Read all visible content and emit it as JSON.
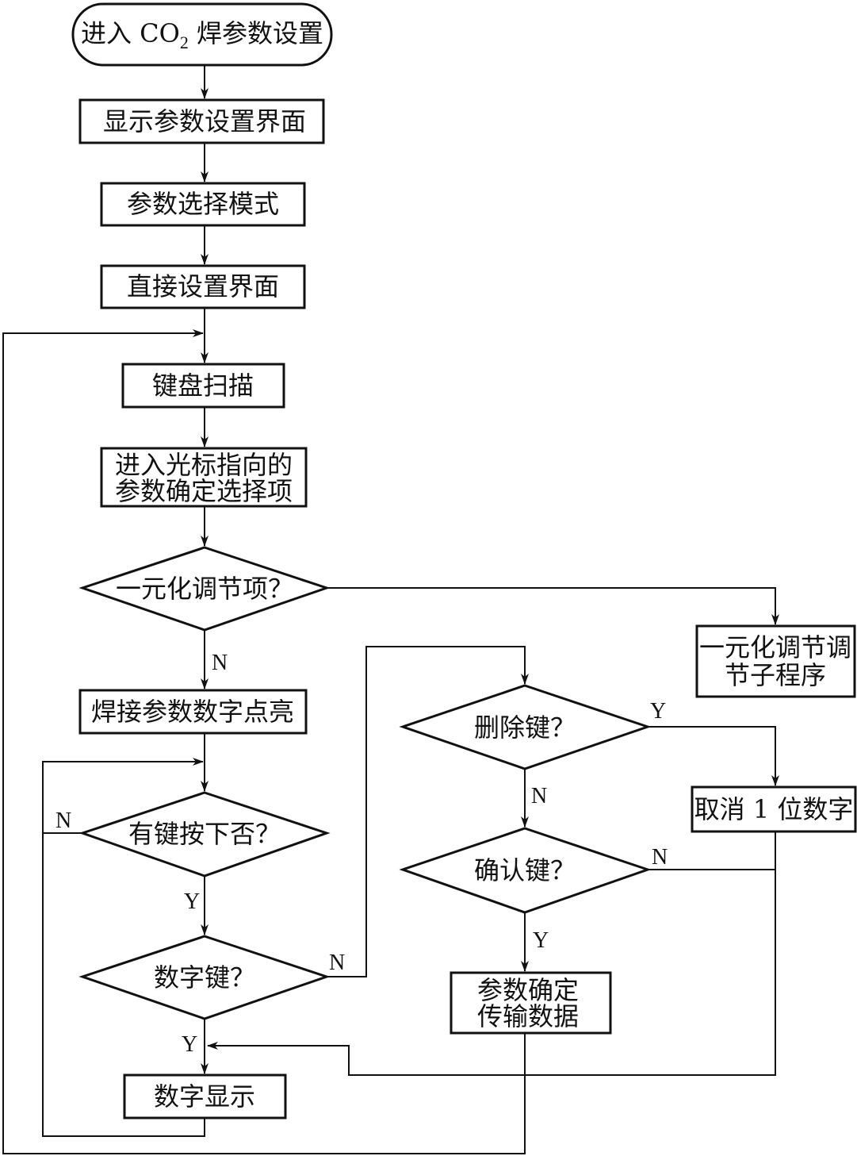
{
  "nodes": {
    "start": {
      "pre": "进入 CO",
      "sub": "2",
      "post": " 焊参数设置"
    },
    "show_ui": "显示参数设置界面",
    "select_mode": "参数选择模式",
    "direct_ui": "直接设置界面",
    "scan": "键盘扫描",
    "enter_item": [
      "进入光标指向的",
      "参数确定选择项"
    ],
    "unified_q": "一元化调节项？",
    "unified_sub": [
      "一元化调节调",
      "节子程序"
    ],
    "light_up": "焊接参数数字点亮",
    "key_pressed_q": "有键按下否？",
    "digit_key_q": "数字键？",
    "digit_show": "数字显示",
    "delete_q": "删除键？",
    "cancel_digit": "取消 1 位数字",
    "confirm_q": "确认键？",
    "confirm_box": [
      "参数确定",
      "传输数据"
    ]
  },
  "branch_labels": {
    "unified_n": "N",
    "key_n": "N",
    "key_y": "Y",
    "digit_n": "N",
    "digit_y": "Y",
    "delete_y": "Y",
    "delete_n": "N",
    "confirm_n": "N",
    "confirm_y": "Y"
  }
}
